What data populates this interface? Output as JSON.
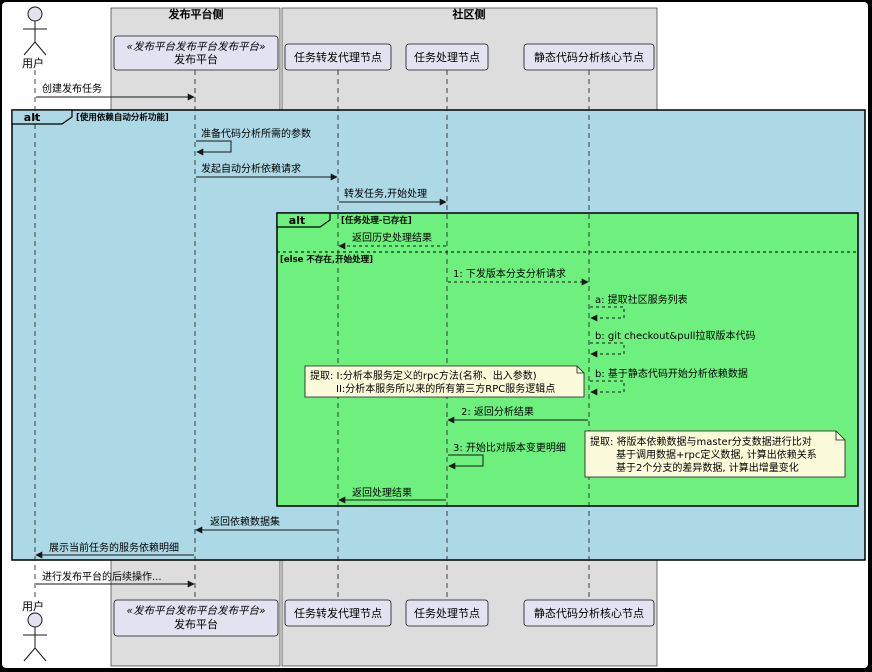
{
  "boxes": {
    "left_title": "发布平台侧",
    "right_title": "社区侧"
  },
  "participants": {
    "user": "用户",
    "platform_stereotype": "«发布平台发布平台发布平台»",
    "platform_name": "发布平台",
    "proxy": "任务转发代理节点",
    "processor": "任务处理节点",
    "analyzer": "静态代码分析核心节点"
  },
  "messages": {
    "m1": "创建发布任务",
    "m2": "准备代码分析所需的参数",
    "m3": "发起自动分析依赖请求",
    "m4": "转发任务,开始处理",
    "m5": "返回历史处理结果",
    "m6": "1: 下发版本分支分析请求",
    "m7": "a: 提取社区服务列表",
    "m8": "b: git checkout&pull拉取版本代码",
    "m9": "b: 基于静态代码开始分析依赖数据",
    "m10": "2: 返回分析结果",
    "m11": "3: 开始比对版本变更明细",
    "m12": "返回处理结果",
    "m13": "返回依赖数据集",
    "m14": "展示当前任务的服务依赖明细",
    "m15": "进行发布平台的后续操作..."
  },
  "fragments": {
    "outer_keyword": "alt",
    "outer_guard": "[使用依赖自动分析功能]",
    "inner_keyword": "alt",
    "inner_guard": "[任务处理-已存在]",
    "inner_else": "[else 不存在,开始处理]"
  },
  "notes": {
    "left": [
      "提取: I:分析本服务定义的rpc方法(名称、出入参数)",
      "II:分析本服务所以来的所有第三方RPC服务逻辑点"
    ],
    "right": [
      "提取: 将版本依赖数据与master分支数据进行比对",
      "基于调用数据+rpc定义数据, 计算出依赖关系",
      "基于2个分支的差异数据, 计算出增量变化"
    ]
  },
  "colors": {
    "background": "#ffffff",
    "box_fill": "#dddddd",
    "participant_fill": "#e2e2f0",
    "outer_alt_fill": "#add8e6",
    "inner_alt_fill": "#6ef07e",
    "note_fill": "#fbfbdb",
    "line": "#181818"
  }
}
